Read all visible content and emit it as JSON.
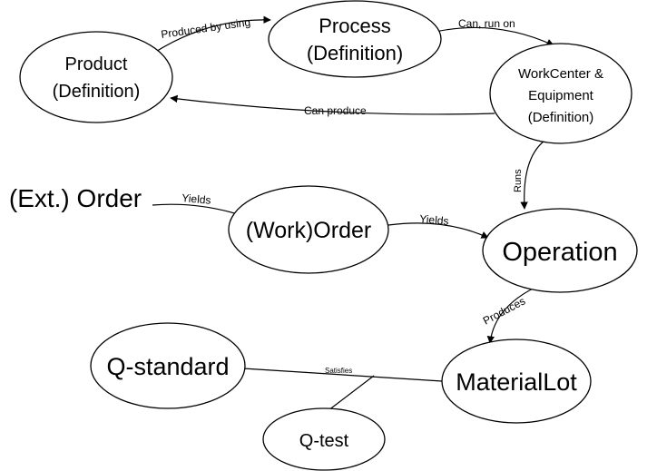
{
  "nodes": {
    "product": {
      "line1": "Product",
      "line2": "(Definition)"
    },
    "process": {
      "line1": "Process",
      "line2": "(Definition)"
    },
    "workcenter": {
      "line1": "WorkCenter &",
      "line2": "Equipment",
      "line3": "(Definition)"
    },
    "ext_order": {
      "label": "(Ext.) Order"
    },
    "work_order": {
      "label": "(Work)Order"
    },
    "operation": {
      "label": "Operation"
    },
    "q_standard": {
      "label": "Q-standard"
    },
    "material_lot": {
      "label": "MaterialLot"
    },
    "q_test": {
      "label": "Q-test"
    }
  },
  "edges": {
    "produced_by_using": "Produced by using",
    "can_run_on": "Can, run on",
    "can_produce": "Can produce",
    "runs": "Runs",
    "yields_1": "Yields",
    "yields_2": "Yields",
    "produces": "Produces",
    "satisfies": "Satisfies"
  }
}
